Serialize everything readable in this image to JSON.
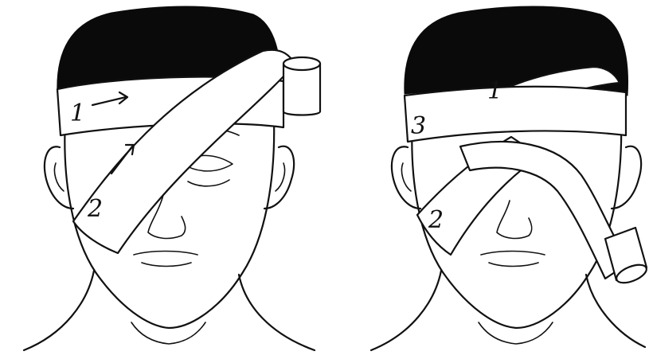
{
  "colors": {
    "ink": "#111111",
    "background": "#ffffff"
  },
  "panels": [
    {
      "name": "left",
      "labels": [
        "1",
        "2"
      ]
    },
    {
      "name": "right",
      "labels": [
        "1",
        "3",
        "2"
      ]
    }
  ]
}
